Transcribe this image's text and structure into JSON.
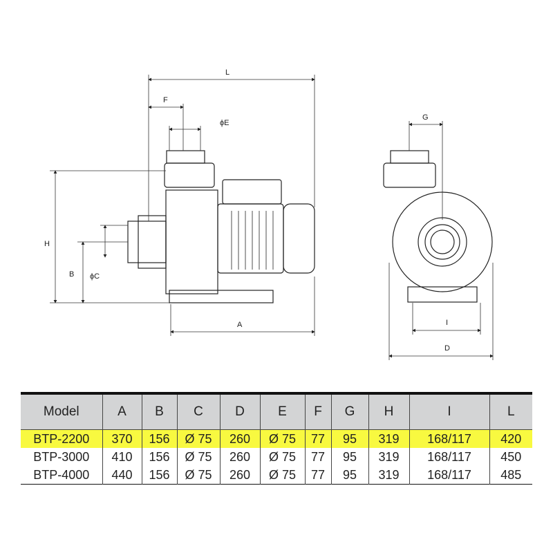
{
  "drawing": {
    "side_view_labels": {
      "L": "L",
      "F": "F",
      "E": "ϕE",
      "H": "H",
      "B": "B",
      "C": "ϕC",
      "A": "A"
    },
    "front_view_labels": {
      "G": "G",
      "I": "I",
      "D": "D"
    }
  },
  "table": {
    "headers": [
      "Model",
      "A",
      "B",
      "C",
      "D",
      "E",
      "F",
      "G",
      "H",
      "I",
      "L"
    ],
    "rows": [
      [
        "BTP-2200",
        "370",
        "156",
        "Ø 75",
        "260",
        "Ø 75",
        "77",
        "95",
        "319",
        "168/117",
        "420"
      ],
      [
        "BTP-3000",
        "410",
        "156",
        "Ø 75",
        "260",
        "Ø 75",
        "77",
        "95",
        "319",
        "168/117",
        "450"
      ],
      [
        "BTP-4000",
        "440",
        "156",
        "Ø 75",
        "260",
        "Ø 75",
        "77",
        "95",
        "319",
        "168/117",
        "485"
      ]
    ],
    "highlight_color": "#f8f940"
  }
}
